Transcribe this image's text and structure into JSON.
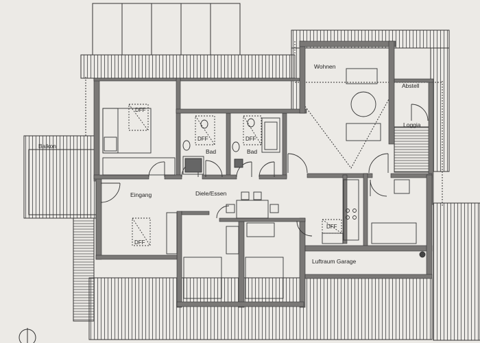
{
  "plan": {
    "rooms": {
      "wohnen": "Wohnen",
      "abstell": "Abstell",
      "loggia": "Loggia",
      "balkon": "Balkon",
      "bad_1": "Bad",
      "bad_2": "Bad",
      "eingang": "Eingang",
      "diele_essen": "Diele/Essen",
      "luftraum_garage": "Luftraum Garage"
    },
    "skylights": {
      "dff_1": "DFF",
      "dff_2": "DFF",
      "dff_3": "DFF",
      "dff_4": "DFF",
      "dff_5": "DFF"
    }
  },
  "colors": {
    "paper": "#eceae6",
    "wall": "#7a7876",
    "line": "#2a2a2a",
    "hatch": "#555555"
  }
}
